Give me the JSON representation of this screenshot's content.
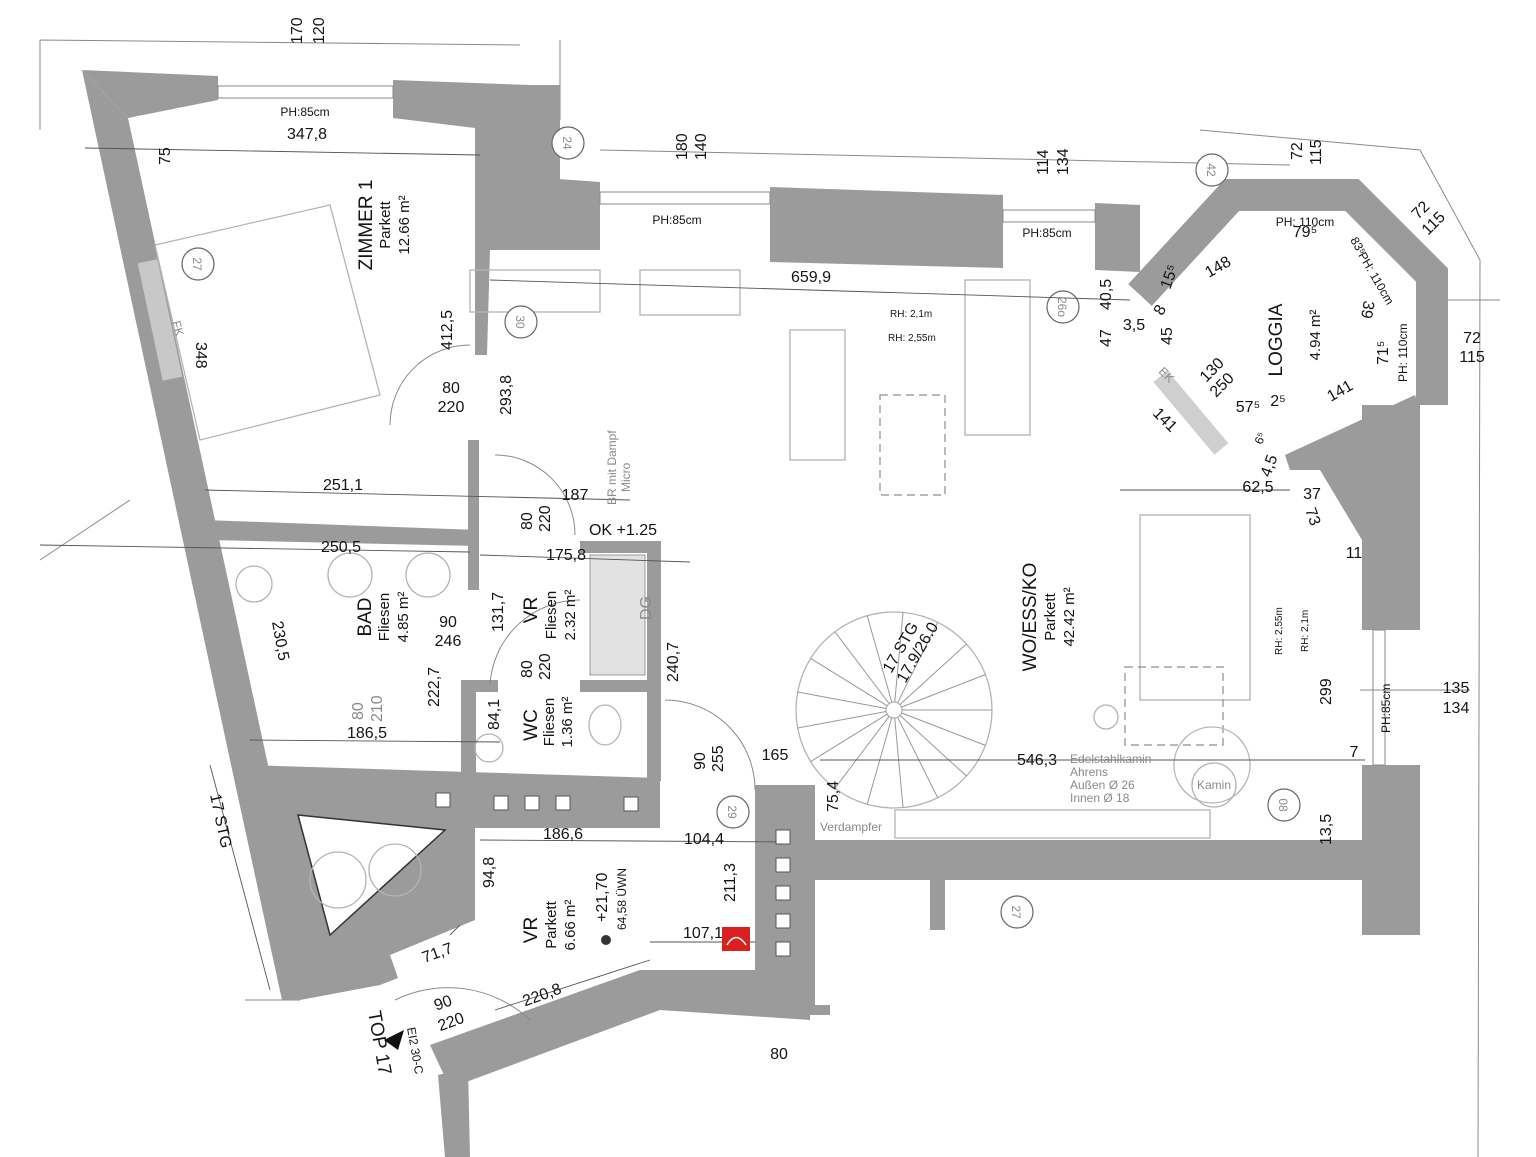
{
  "rooms": [
    {
      "name": "ZIMMER 1",
      "floor": "Parkett",
      "area": "12.66 m²"
    },
    {
      "name": "WO/ESS/KO",
      "floor": "Parkett",
      "area": "42.42 m²"
    },
    {
      "name": "LOGGIA",
      "area": "4.94 m²"
    },
    {
      "name": "BAD",
      "floor": "Fliesen",
      "area": "4.85 m²"
    },
    {
      "name": "VR",
      "floor": "Fliesen",
      "area": "2.32 m²"
    },
    {
      "name": "WC",
      "floor": "Fliesen",
      "area": "1.36 m²"
    },
    {
      "name": "VR",
      "floor": "Parkett",
      "area": "6.66 m²"
    }
  ],
  "dims": [
    "170",
    "120",
    "347,8",
    "75",
    "412,5",
    "348",
    "80",
    "220",
    "293,8",
    "251,1",
    "187",
    "80",
    "220",
    "250,5",
    "175,8",
    "230,5",
    "90",
    "246",
    "131,7",
    "80",
    "220",
    "240,7",
    "222,7",
    "80",
    "210",
    "186,5",
    "84,1",
    "90",
    "255",
    "165",
    "546,3",
    "7",
    "186,6",
    "104,4",
    "75,4",
    "94,8",
    "211,3",
    "71,7",
    "107,1",
    "220,8",
    "90",
    "220",
    "80",
    "180",
    "140",
    "114",
    "134",
    "659,9",
    "40,5",
    "47",
    "3,5",
    "15⁵",
    "8",
    "45",
    "148",
    "79⁵",
    "83⁵",
    "39",
    "71⁵",
    "141",
    "130",
    "250",
    "57⁵",
    "2⁵",
    "141",
    "6⁵",
    "4,5",
    "62,5",
    "37",
    "73",
    "11",
    "72",
    "115",
    "72",
    "115",
    "72",
    "115",
    "135",
    "134",
    "299",
    "13,5"
  ],
  "sill_heights": [
    "PH:85cm",
    "PH:85cm",
    "PH:85cm",
    "PH:85cm",
    "PH: 110cm",
    "PH: 110cm",
    "PH: 110cm"
  ],
  "annotations": {
    "ok_level": "OK +1.25",
    "oven_line1": "BR mit Dampf",
    "oven_line2": "Micro",
    "shower": "DG",
    "fk": "FK",
    "ek": "EK",
    "rh_21_a": "RH: 2,1m",
    "rh_255_a": "RH: 2,55m",
    "rh_255_b": "RH: 2,55m",
    "rh_21_b": "RH: 2,1m",
    "verdampfer": "Verdampfer",
    "fireplace": [
      "Edelstahlkamin",
      "Ahrens",
      "Außen Ø 26",
      "Innen Ø  18"
    ],
    "kamin": "Kamin",
    "spiral_stair": [
      "17 STG",
      "17.9/26.0"
    ],
    "stair_left": "17 STG",
    "entry_door": "EI2 30-C",
    "unit": "TOP 17",
    "level": "+21,70",
    "level_abs": "64,58 ÜWN"
  },
  "axis_markers": [
    "24",
    "27",
    "30",
    "26o",
    "42",
    "29",
    "08",
    "27"
  ],
  "colors": {
    "wall": "#9b9b9b",
    "marker": "#d9201c"
  }
}
